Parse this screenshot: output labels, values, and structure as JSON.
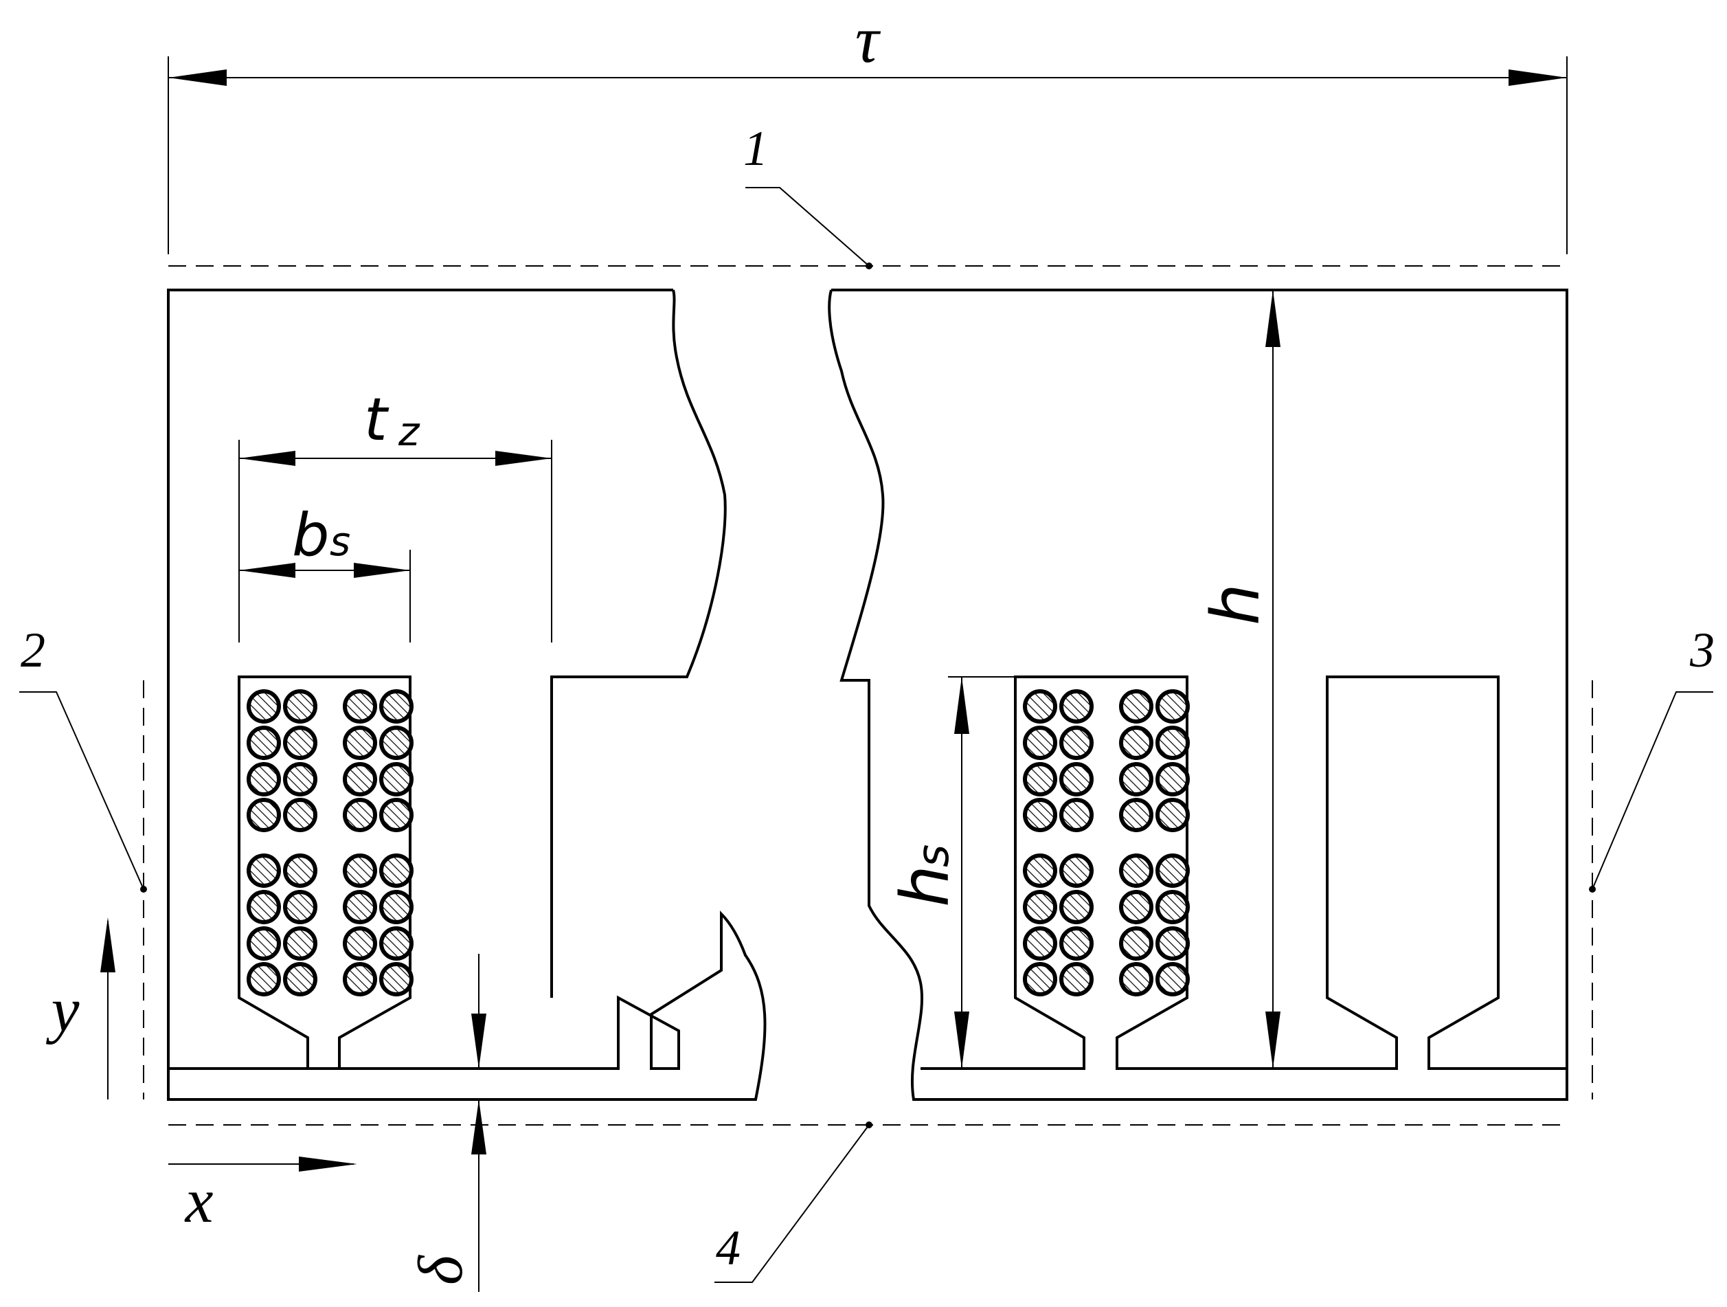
{
  "labels": {
    "tau": "τ",
    "one": "1",
    "two": "2",
    "three": "3",
    "four": "4",
    "tz_main": "t",
    "tz_sub": "z",
    "bs_main": "b",
    "bs_sub": "s",
    "hs_main": "h",
    "hs_sub": "s",
    "h": "h",
    "y": "y",
    "x": "x",
    "delta": "δ"
  },
  "colors": {
    "line": "#000000",
    "conductor_fill": "#cfcfcf",
    "background": "#ffffff"
  },
  "conductors": {
    "rows_upper": 4,
    "rows_lower": 4,
    "cols": 4,
    "hatching": true
  }
}
